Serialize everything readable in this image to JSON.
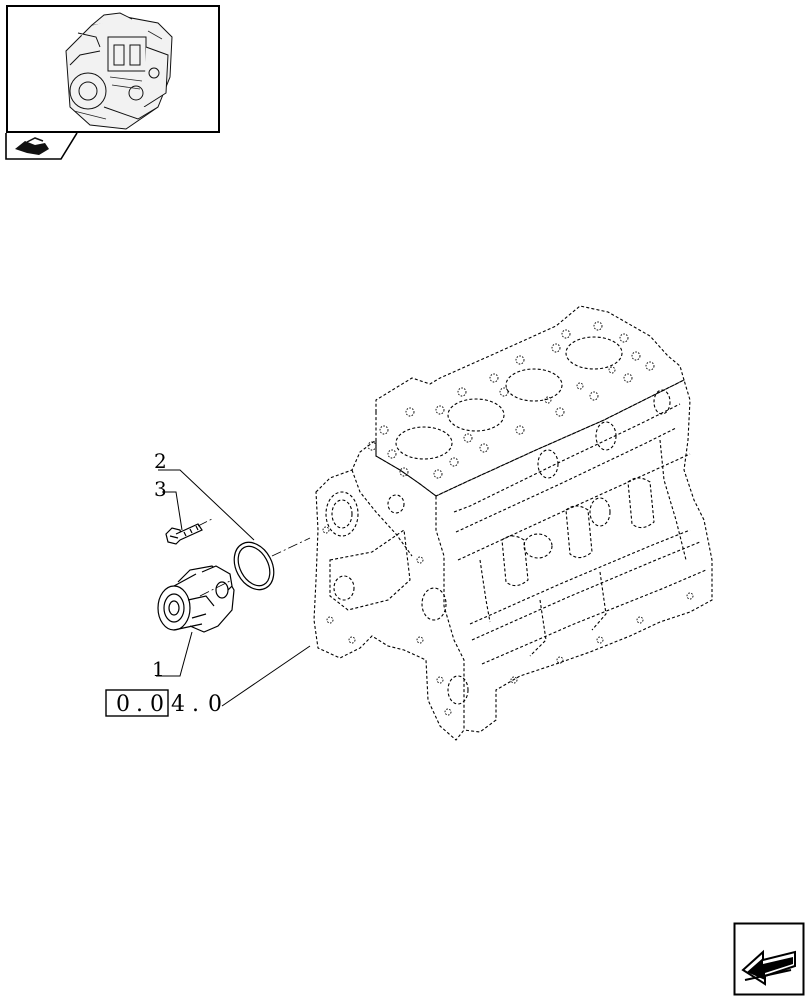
{
  "thumbnail": {
    "icon": "engine-thumbnail-icon",
    "tab_icon": "book-arrow-icon"
  },
  "callouts": {
    "part_1": "1",
    "part_2": "2",
    "part_3": "3"
  },
  "reference": {
    "boxed": [
      "0",
      ".",
      "0"
    ],
    "trailing": [
      "4",
      ".",
      "0"
    ]
  },
  "nav": {
    "icon": "next-page-arrow-icon"
  }
}
